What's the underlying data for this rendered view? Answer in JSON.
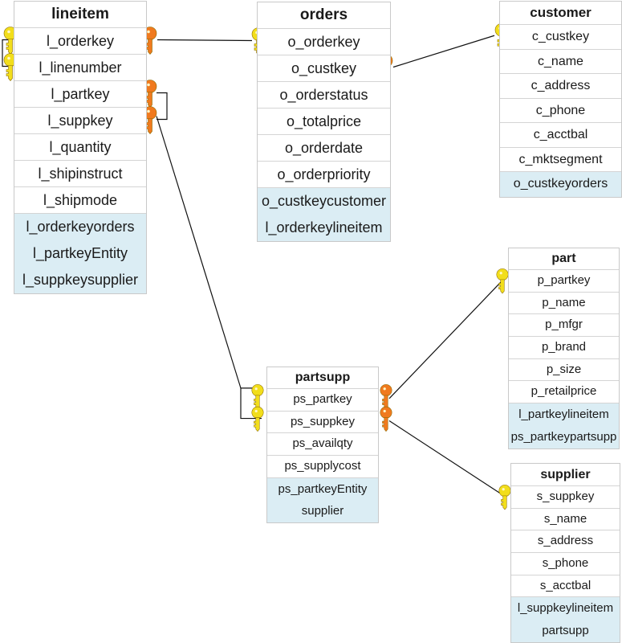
{
  "entities": {
    "lineitem": {
      "title": "lineitem",
      "fields": [
        "l_orderkey",
        "l_linenumber",
        "l_partkey",
        "l_suppkey",
        "l_quantity",
        "l_shipinstruct",
        "l_shipmode"
      ],
      "nav": [
        "l_orderkeyorders",
        "l_partkeyEntity",
        "l_suppkeysupplier"
      ]
    },
    "orders": {
      "title": "orders",
      "fields": [
        "o_orderkey",
        "o_custkey",
        "o_orderstatus",
        "o_totalprice",
        "o_orderdate",
        "o_orderpriority"
      ],
      "nav": [
        "o_custkeycustomer",
        "l_orderkeylineitem"
      ]
    },
    "customer": {
      "title": "customer",
      "fields": [
        "c_custkey",
        "c_name",
        "c_address",
        "c_phone",
        "c_acctbal",
        "c_mktsegment"
      ],
      "nav": [
        "o_custkeyorders"
      ]
    },
    "part": {
      "title": "part",
      "fields": [
        "p_partkey",
        "p_name",
        "p_mfgr",
        "p_brand",
        "p_size",
        "p_retailprice"
      ],
      "nav": [
        "l_partkeylineitem",
        "ps_partkeypartsupp"
      ]
    },
    "partsupp": {
      "title": "partsupp",
      "fields": [
        "ps_partkey",
        "ps_suppkey",
        "ps_availqty",
        "ps_supplycost"
      ],
      "nav": [
        "ps_partkeyEntity",
        "supplier"
      ]
    },
    "supplier": {
      "title": "supplier",
      "fields": [
        "s_suppkey",
        "s_name",
        "s_address",
        "s_phone",
        "s_acctbal"
      ],
      "nav": [
        "l_suppkeylineitem",
        "partsupp"
      ]
    }
  },
  "colors": {
    "primary_key": "#f2de1c",
    "foreign_key": "#f07a1e",
    "navigation_row": "#dbedf4",
    "border": "#c9c9c9"
  },
  "icons": {
    "primary_key": "gold-key-icon",
    "foreign_key": "orange-key-icon"
  }
}
